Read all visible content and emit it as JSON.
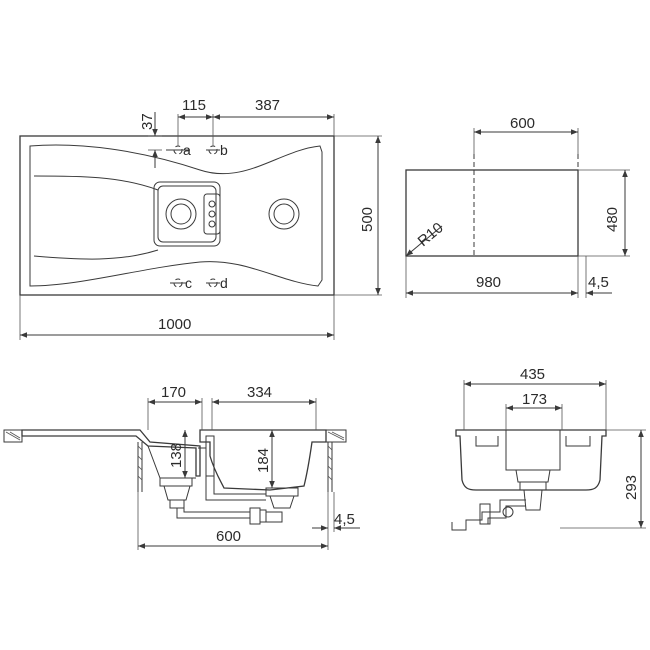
{
  "top_view": {
    "dims": {
      "d37": "37",
      "d115": "115",
      "d387": "387",
      "d500": "500",
      "d1000": "1000"
    },
    "taps": {
      "a": "a",
      "b": "b",
      "c": "c",
      "d": "d"
    }
  },
  "cutout_view": {
    "dims": {
      "d600": "600",
      "d480": "480",
      "d980": "980",
      "d45": "4,5",
      "r10": "R10"
    }
  },
  "front_section": {
    "dims": {
      "d170": "170",
      "d334": "334",
      "d138": "138",
      "d184": "184",
      "d600": "600",
      "d45": "4,5"
    }
  },
  "side_section": {
    "dims": {
      "d435": "435",
      "d173": "173",
      "d293": "293"
    }
  }
}
